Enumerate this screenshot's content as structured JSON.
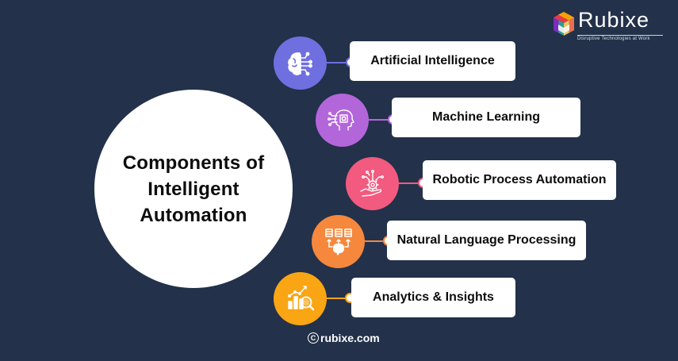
{
  "logo": {
    "name": "Rubixe",
    "tagline": "Disruptive Technologies at Work"
  },
  "center": {
    "title_lines": [
      "Components of",
      "Intelligent",
      "Automation"
    ]
  },
  "components": [
    {
      "label": "Artificial Intelligence",
      "icon": "brain-circuit-icon",
      "color": "#6f6fdf"
    },
    {
      "label": "Machine Learning",
      "icon": "head-chip-gear-icon",
      "color": "#b366d9"
    },
    {
      "label": "Robotic Process Automation",
      "icon": "hand-gear-circuit-icon",
      "color": "#f25a7f"
    },
    {
      "label": "Natural Language Processing",
      "icon": "brain-documents-icon",
      "color": "#f5883d"
    },
    {
      "label": "Analytics & Insights",
      "icon": "chart-magnifier-icon",
      "color": "#f9a514"
    }
  ],
  "footer": {
    "copyright_symbol": "C",
    "site": "rubixe.com"
  },
  "colors": {
    "background": "#23314a",
    "label_background": "#ffffff",
    "text": "#0d0d0d"
  }
}
